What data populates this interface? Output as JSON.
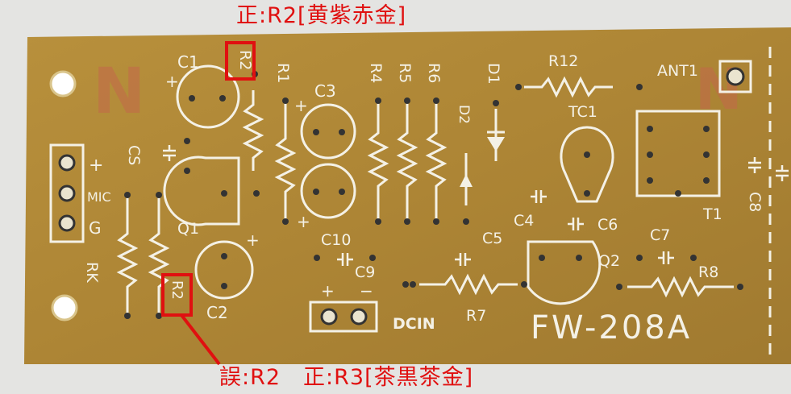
{
  "annotations": {
    "top_text": "正:R2[黄紫赤金]",
    "bottom_text": "誤:R2　正:R3[茶黒茶金]"
  },
  "board": {
    "model": "FW-208A",
    "designators": {
      "c1": "C1",
      "c2": "C2",
      "c3": "C3",
      "c4": "C4",
      "c5": "C5",
      "c6": "C6",
      "c7": "C7",
      "c8": "C8",
      "c9": "C9",
      "c10": "C10",
      "cs": "CS",
      "r1": "R1",
      "r2_top": "R2",
      "r2_bottom": "R2",
      "r4": "R4",
      "r5": "R5",
      "r6": "R6",
      "r7": "R7",
      "r8": "R8",
      "r12": "R12",
      "rk": "RK",
      "d1": "D1",
      "d2": "D2",
      "q1": "Q1",
      "q2": "Q2",
      "tc1": "TC1",
      "t1": "T1",
      "ant1": "ANT1",
      "dcin": "DCIN",
      "mic": "MIC",
      "g": "G",
      "plus": "+",
      "minus": "−"
    }
  },
  "colors": {
    "pcb": "#b08a3a",
    "silkscreen": "#f4f1e6",
    "highlight": "#e01010"
  }
}
